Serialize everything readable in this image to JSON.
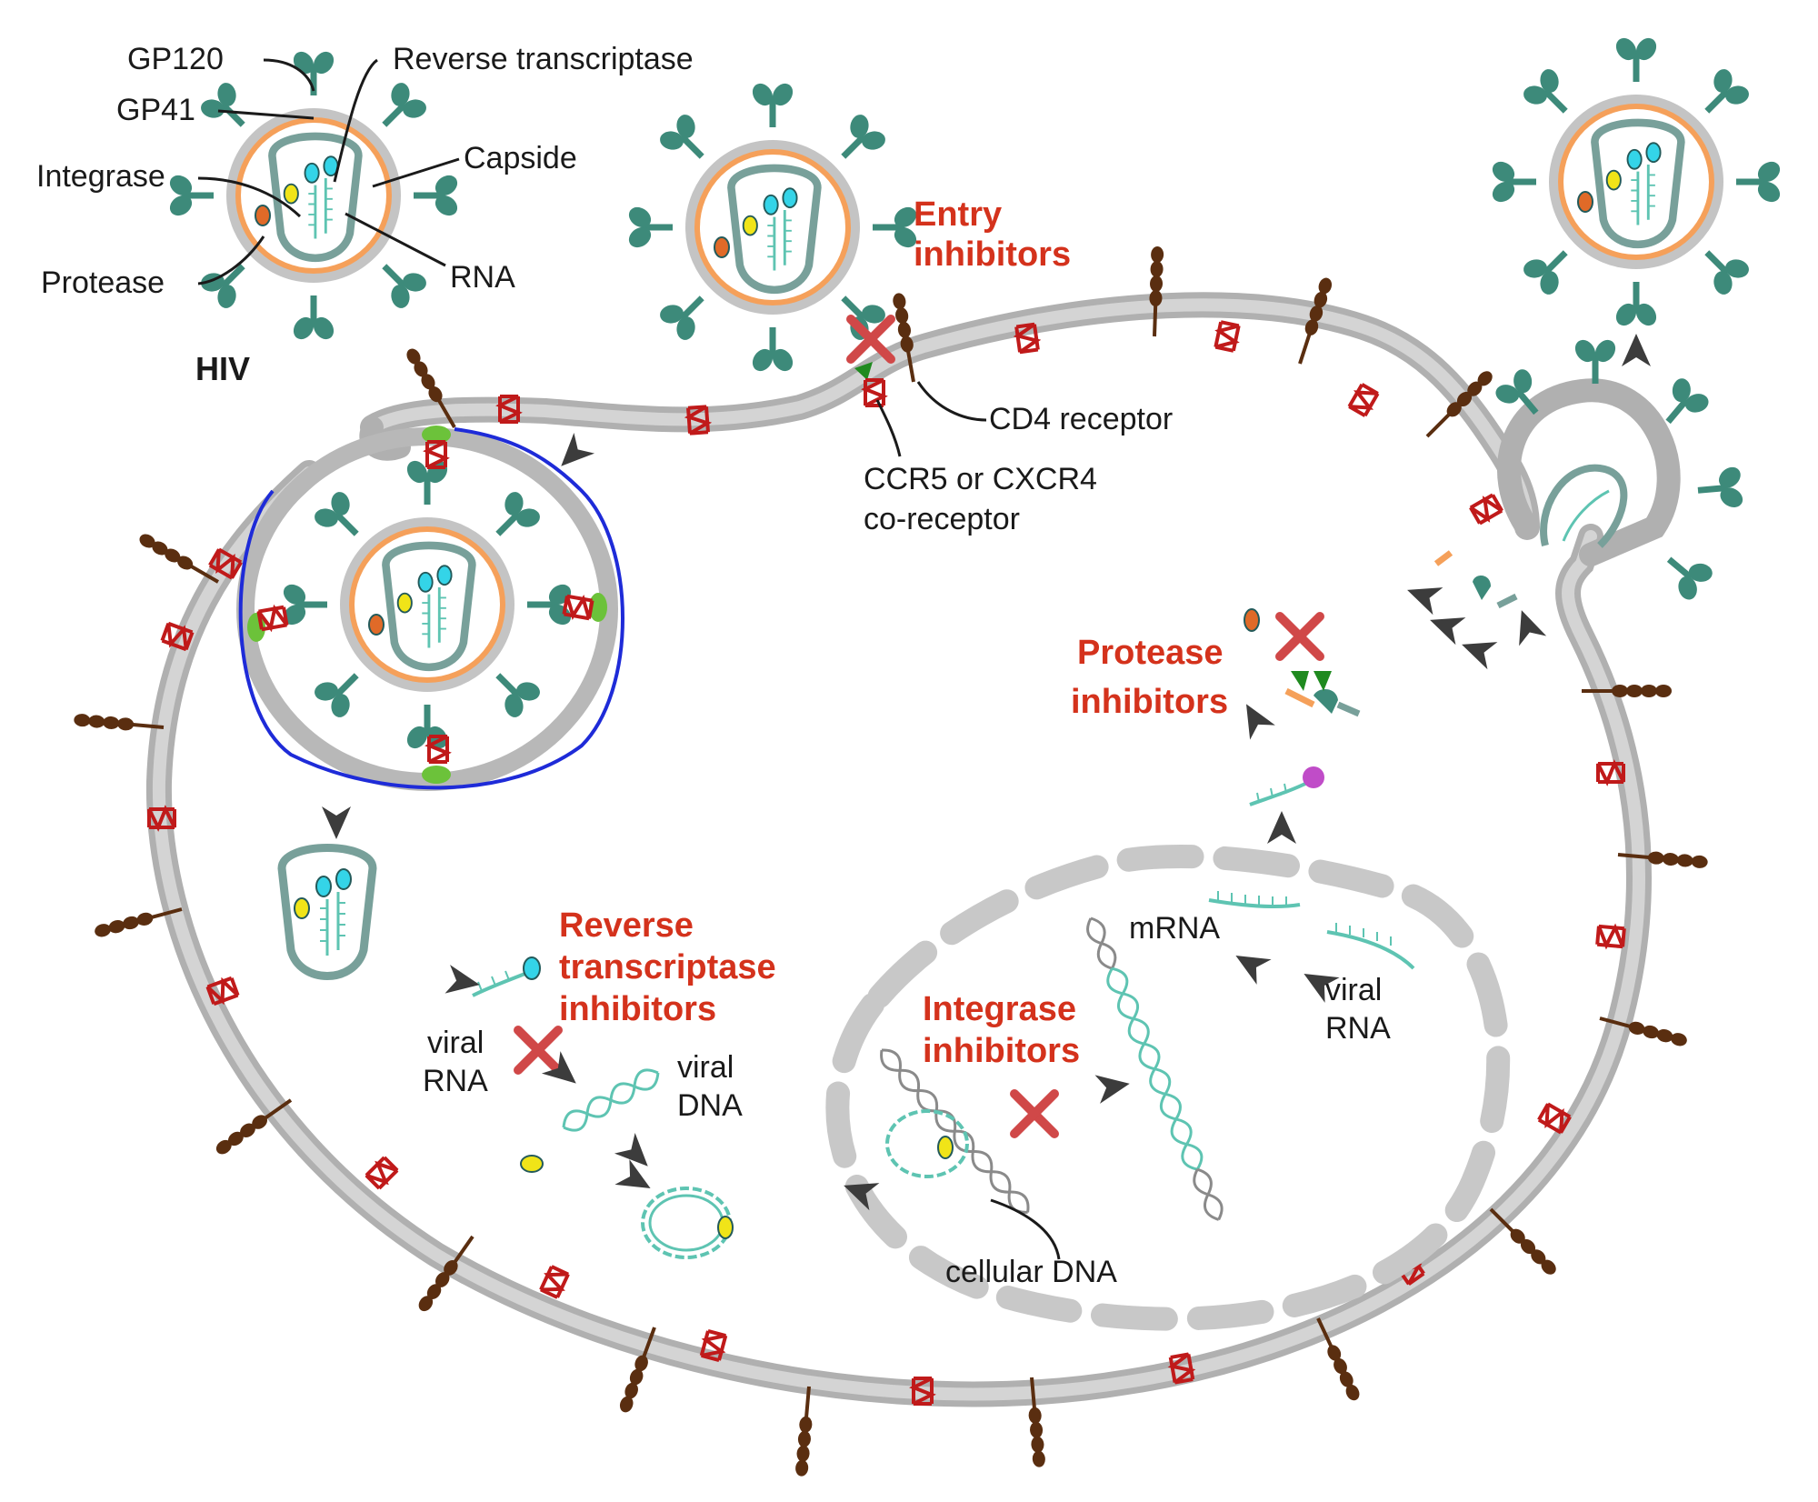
{
  "labels": {
    "gp120": "GP120",
    "gp41": "GP41",
    "reverse_transcriptase": "Reverse transcriptase",
    "capside": "Capside",
    "integrase": "Integrase",
    "protease": "Protease",
    "rna": "RNA",
    "hiv": "HIV",
    "cd4_receptor": "CD4 receptor",
    "coreceptor_line1": "CCR5 or CXCR4",
    "coreceptor_line2": "co-receptor",
    "viral_rna_1_line1": "viral",
    "viral_rna_1_line2": "RNA",
    "viral_dna_line1": "viral",
    "viral_dna_line2": "DNA",
    "mrna": "mRNA",
    "viral_rna_2_line1": "viral",
    "viral_rna_2_line2": "RNA",
    "cellular_dna": "cellular DNA"
  },
  "inhibitors": {
    "entry_line1": "Entry",
    "entry_line2": "inhibitors",
    "protease_line1": "Protease",
    "protease_line2": "inhibitors",
    "rt_line1": "Reverse",
    "rt_line2": "transcriptase",
    "rt_line3": "inhibitors",
    "integrase_line1": "Integrase",
    "integrase_line2": "inhibitors"
  },
  "colors": {
    "membrane": "#c4c4c4",
    "envelope_inner": "#f5a05a",
    "capsid": "#78a09a",
    "glycoprotein": "#3d8a7a",
    "reverse_transcriptase": "#34d4e8",
    "integrase": "#f0e418",
    "protease": "#e06a28",
    "rna": "#5ec4b2",
    "receptor": "#5a2e10",
    "coreceptor": "#c01a1a",
    "inhibitor_text": "#d4321c",
    "block_x": "#d04848",
    "endosome": "#1e2bd8",
    "green_binding": "#6cc23a"
  }
}
